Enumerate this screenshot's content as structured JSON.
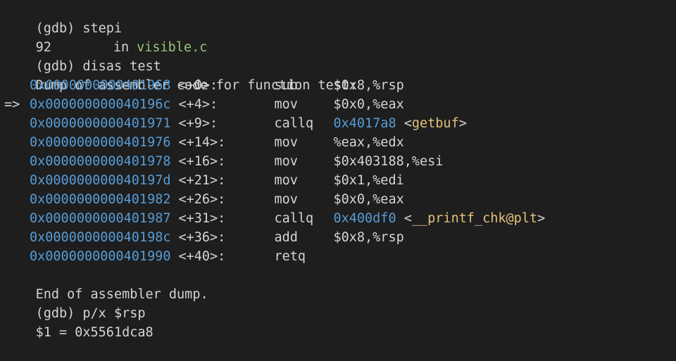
{
  "terminal": {
    "lines_pre": [
      {
        "text": "(gdb) stepi"
      },
      {
        "num": "92",
        "in": "in",
        "file": "visible.c"
      },
      {
        "text": "(gdb) disas test"
      },
      {
        "text": "Dump of assembler code for function test:"
      }
    ],
    "disassembly": [
      {
        "marker": "",
        "address": "0x0000000000401968",
        "offset": "<+0>:",
        "mnemonic": "sub",
        "operands": "$0x8,%rsp"
      },
      {
        "marker": "=>",
        "address": "0x000000000040196c",
        "offset": "<+4>:",
        "mnemonic": "mov",
        "operands": "$0x0,%eax"
      },
      {
        "marker": "",
        "address": "0x0000000000401971",
        "offset": "<+9>:",
        "mnemonic": "callq",
        "operands": "",
        "target": "0x4017a8",
        "symbol_open": "<",
        "symbol": "getbuf",
        "symbol_close": ">"
      },
      {
        "marker": "",
        "address": "0x0000000000401976",
        "offset": "<+14>:",
        "mnemonic": "mov",
        "operands": "%eax,%edx"
      },
      {
        "marker": "",
        "address": "0x0000000000401978",
        "offset": "<+16>:",
        "mnemonic": "mov",
        "operands": "$0x403188,%esi"
      },
      {
        "marker": "",
        "address": "0x000000000040197d",
        "offset": "<+21>:",
        "mnemonic": "mov",
        "operands": "$0x1,%edi"
      },
      {
        "marker": "",
        "address": "0x0000000000401982",
        "offset": "<+26>:",
        "mnemonic": "mov",
        "operands": "$0x0,%eax"
      },
      {
        "marker": "",
        "address": "0x0000000000401987",
        "offset": "<+31>:",
        "mnemonic": "callq",
        "operands": "",
        "target": "0x400df0",
        "symbol_open": "<",
        "symbol": "__printf_chk@plt",
        "symbol_close": ">"
      },
      {
        "marker": "",
        "address": "0x000000000040198c",
        "offset": "<+36>:",
        "mnemonic": "add",
        "operands": "$0x8,%rsp"
      },
      {
        "marker": "",
        "address": "0x0000000000401990",
        "offset": "<+40>:",
        "mnemonic": "retq",
        "operands": ""
      }
    ],
    "lines_post": [
      {
        "text": "End of assembler dump."
      },
      {
        "text": "(gdb) p/x $rsp"
      },
      {
        "text": "$1 = 0x5561dca8"
      }
    ]
  },
  "colors": {
    "background": "#1e1e1e",
    "text": "#d4d4d4",
    "address": "#569cd6",
    "symbol": "#e5c07b",
    "filename": "#98c379"
  }
}
